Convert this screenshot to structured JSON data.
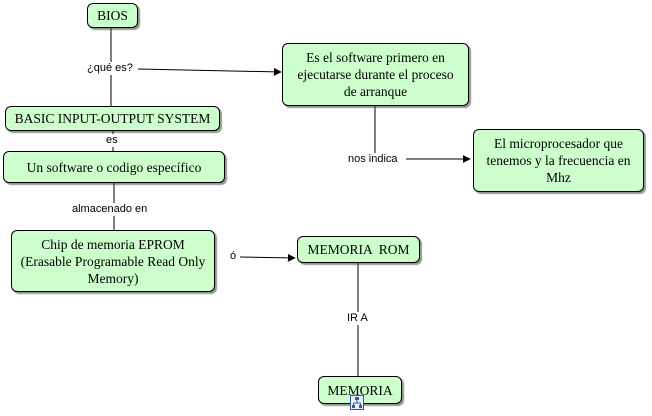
{
  "nodes": {
    "bios": "BIOS",
    "definition": "Es el software primero en ejecutarse durante el proceso de arranque",
    "basic_io": "BASIC INPUT-OUTPUT SYSTEM",
    "microprocessor": "El microprocesador que tenemos y la frecuencia en Mhz",
    "software": "Un software o codigo específico",
    "eprom": "Chip de memoria EPROM (Erasable Programable Read Only Memory)",
    "rom": "MEMORIA  ROM",
    "memoria": "MEMORIA"
  },
  "links": {
    "que_es": "¿qué es?",
    "es": "es",
    "nos_indica": "nos indica",
    "almacenado_en": "almacenado en",
    "o": "ó",
    "ir_a": "IR A"
  },
  "icons": {
    "memoria_resource": "resource-attachment-icon"
  },
  "colors": {
    "node_fill": "#ccffcc",
    "border": "#000000"
  }
}
